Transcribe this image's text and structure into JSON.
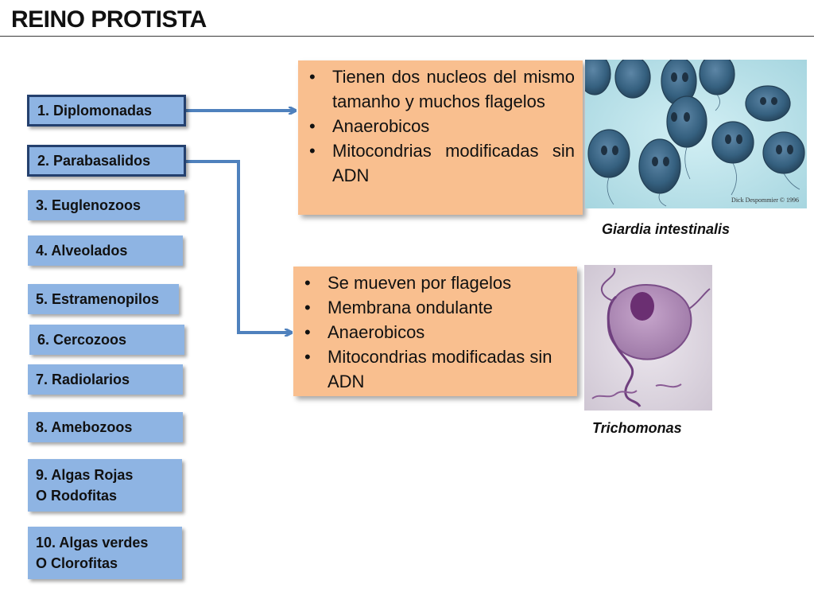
{
  "title": "REINO PROTISTA",
  "groups": [
    {
      "label": "1. Diplomonadas"
    },
    {
      "label": "2. Parabasalidos"
    },
    {
      "label": "3. Euglenozoos"
    },
    {
      "label": "4. Alveolados"
    },
    {
      "label": "5. Estramenopilos"
    },
    {
      "label": "6. Cercozoos"
    },
    {
      "label": "7. Radiolarios"
    },
    {
      "label": "8. Amebozoos"
    },
    {
      "label": "9. Algas Rojas",
      "label2": "O Rodofitas"
    },
    {
      "label": "10. Algas verdes",
      "label2": "O Clorofitas"
    }
  ],
  "diplomonadas_box": {
    "items": [
      "Tienen dos nucleos del mismo tamanho y muchos flagelos",
      "Anaerobicos",
      "Mitocondrias modificadas sin ADN"
    ]
  },
  "parabasalidos_box": {
    "items": [
      "Se mueven por flagelos",
      "Membrana ondulante",
      "Anaerobicos",
      "Mitocondrias modificadas sin ADN"
    ]
  },
  "images": {
    "giardia": {
      "caption": "Giardia intestinalis",
      "credit": "Dick Despommier © 1996"
    },
    "trichomonas": {
      "caption": "Trichomonas"
    }
  },
  "colors": {
    "group_fill": "#8eb4e3",
    "group_active_border": "#24406e",
    "infobox_fill": "#f9bf8f",
    "arrow": "#4f81bd"
  }
}
